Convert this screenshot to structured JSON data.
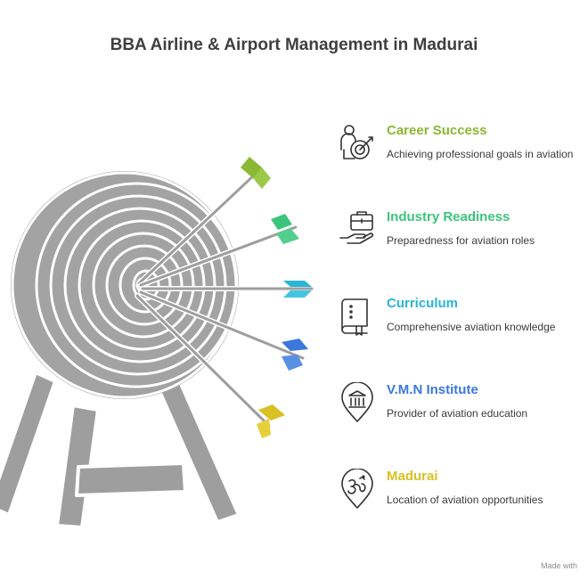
{
  "title": "BBA Airline & Airport Management in Madurai",
  "items": [
    {
      "heading": "Career Success",
      "description": "Achieving professional goals in aviation",
      "color": "#8ab833",
      "icon": "career-target-icon"
    },
    {
      "heading": "Industry Readiness",
      "description": "Preparedness for aviation roles",
      "color": "#3cc47c",
      "icon": "briefcase-hand-icon"
    },
    {
      "heading": "Curriculum",
      "description": "Comprehensive aviation knowledge",
      "color": "#2ab5d6",
      "icon": "book-icon"
    },
    {
      "heading": "V.M.N Institute",
      "description": "Provider of aviation education",
      "color": "#3a78dc",
      "icon": "institute-pin-icon"
    },
    {
      "heading": "Madurai",
      "description": "Location of aviation opportunities",
      "color": "#d9c023",
      "icon": "om-pin-icon"
    }
  ],
  "target_color": "#9e9e9e",
  "footer": "Made with"
}
